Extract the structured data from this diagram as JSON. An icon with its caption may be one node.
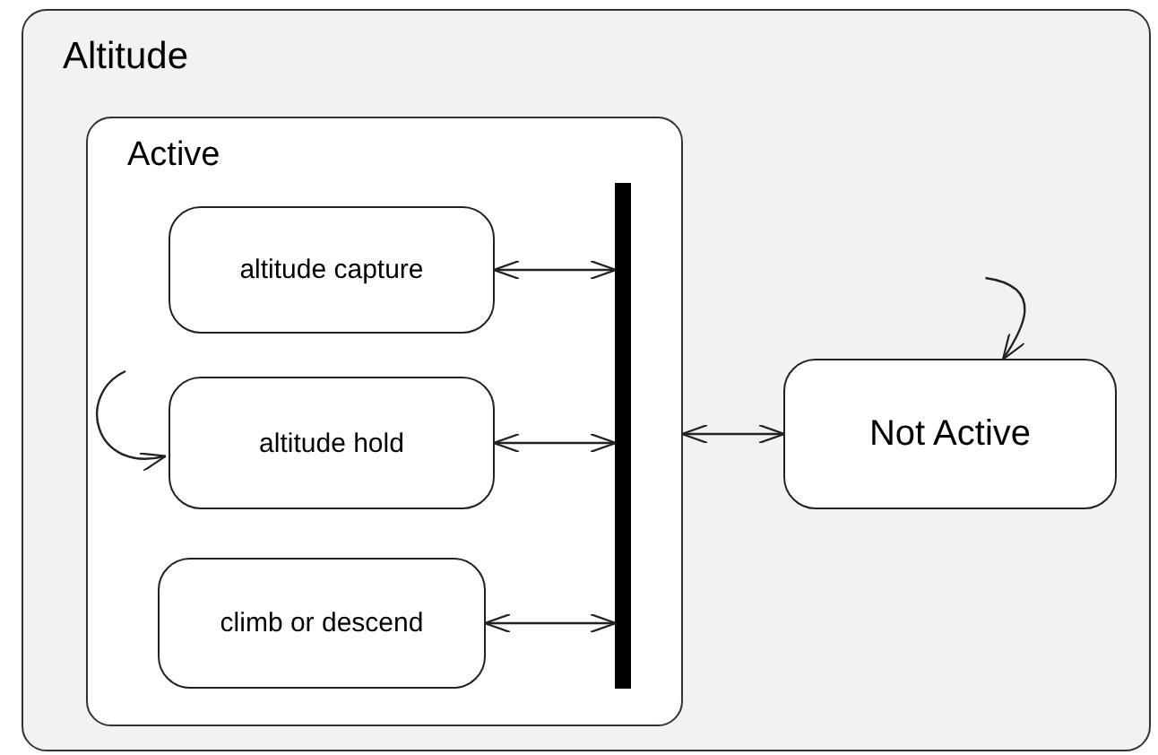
{
  "diagram": {
    "nodes": [
      {
        "text": [
          "Altitude"
        ]
      },
      {
        "text": [
          "Active"
        ],
        "in": 0
      },
      {
        "text": [
          "altitude capture"
        ],
        "in": 1
      },
      {
        "text": [
          "altitude hold"
        ],
        "in": 1
      },
      {
        "text": [
          "climb or descend"
        ],
        "in": 1
      },
      {
        "text": [],
        "shape": "bar",
        "in": 1
      },
      {
        "text": [
          "Not Active"
        ],
        "in": 0
      }
    ],
    "edges": [
      {
        "from": 2,
        "to": 5,
        "arrow": "both"
      },
      {
        "from": 3,
        "to": 5,
        "arrow": "both"
      },
      {
        "from": 4,
        "to": 5,
        "arrow": "both"
      },
      {
        "from": 1,
        "to": 6,
        "arrow": "both"
      },
      {
        "from": null,
        "to": 3,
        "arrow": "to"
      },
      {
        "from": null,
        "to": 6,
        "arrow": "to"
      }
    ]
  }
}
